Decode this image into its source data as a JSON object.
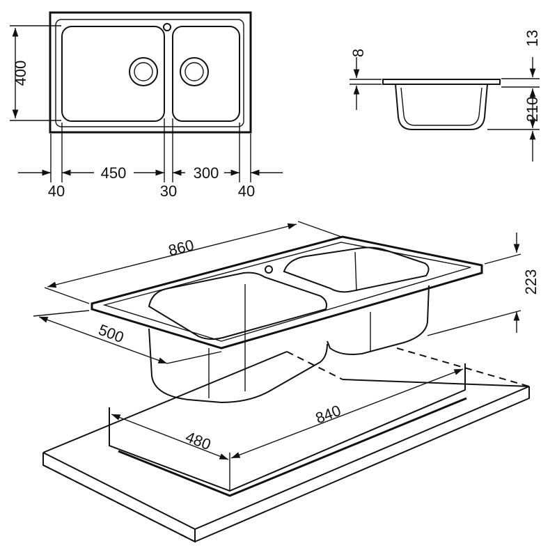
{
  "top_view": {
    "dim_height": "400",
    "dim_left_flange": "40",
    "dim_big_bowl": "450",
    "dim_middle": "30",
    "dim_small_bowl": "300",
    "dim_right_flange": "40"
  },
  "side_view": {
    "dim_flange": "8",
    "dim_rim": "13",
    "dim_depth": "210"
  },
  "iso_view": {
    "dim_length": "860",
    "dim_width": "500",
    "dim_total_height": "223",
    "dim_cutout_length": "840",
    "dim_cutout_width": "480"
  }
}
